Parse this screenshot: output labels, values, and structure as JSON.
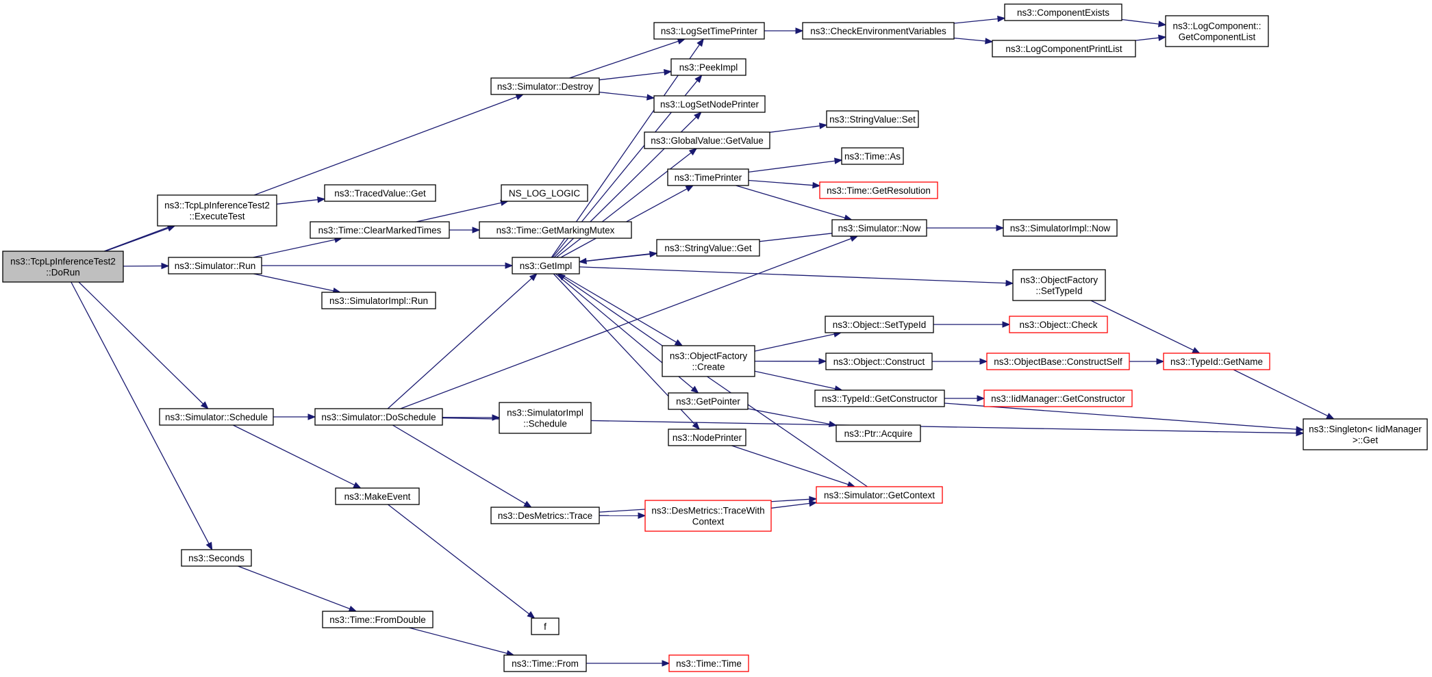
{
  "colors": {
    "edge": "#191970",
    "root_fill": "#bfbfbf",
    "normal_border": "#000000",
    "truncated_border": "#ff0000",
    "box_fill": "#ffffff"
  },
  "nodes": [
    {
      "id": "dorun",
      "lines": [
        "ns3::TcpLpInferenceTest2",
        "::DoRun"
      ],
      "style": "root"
    },
    {
      "id": "destroy",
      "lines": [
        "ns3::Simulator::Destroy"
      ]
    },
    {
      "id": "executetest",
      "lines": [
        "ns3::TcpLpInferenceTest2",
        "::ExecuteTest"
      ]
    },
    {
      "id": "run",
      "lines": [
        "ns3::Simulator::Run"
      ]
    },
    {
      "id": "schedule",
      "lines": [
        "ns3::Simulator::Schedule"
      ]
    },
    {
      "id": "seconds",
      "lines": [
        "ns3::Seconds"
      ]
    },
    {
      "id": "tracedget",
      "lines": [
        "ns3::TracedValue::Get"
      ]
    },
    {
      "id": "clearmarked",
      "lines": [
        "ns3::Time::ClearMarkedTimes"
      ]
    },
    {
      "id": "simimplrun",
      "lines": [
        "ns3::SimulatorImpl::Run"
      ]
    },
    {
      "id": "doschedule",
      "lines": [
        "ns3::Simulator::DoSchedule"
      ]
    },
    {
      "id": "makeevent",
      "lines": [
        "ns3::MakeEvent"
      ]
    },
    {
      "id": "fromdouble",
      "lines": [
        "ns3::Time::FromDouble"
      ]
    },
    {
      "id": "nslog",
      "lines": [
        "NS_LOG_LOGIC"
      ]
    },
    {
      "id": "markingmutex",
      "lines": [
        "ns3::Time::GetMarkingMutex"
      ]
    },
    {
      "id": "getimpl",
      "lines": [
        "ns3::GetImpl"
      ]
    },
    {
      "id": "simimplschedule",
      "lines": [
        "ns3::SimulatorImpl",
        "::Schedule"
      ]
    },
    {
      "id": "desmetrics",
      "lines": [
        "ns3::DesMetrics::Trace"
      ]
    },
    {
      "id": "f",
      "lines": [
        "f"
      ]
    },
    {
      "id": "timefrom",
      "lines": [
        "ns3::Time::From"
      ]
    },
    {
      "id": "logsettime",
      "lines": [
        "ns3::LogSetTimePrinter"
      ]
    },
    {
      "id": "peekimpl",
      "lines": [
        "ns3::PeekImpl"
      ]
    },
    {
      "id": "logsetnode",
      "lines": [
        "ns3::LogSetNodePrinter"
      ]
    },
    {
      "id": "globalvalue",
      "lines": [
        "ns3::GlobalValue::GetValue"
      ]
    },
    {
      "id": "timeprinter",
      "lines": [
        "ns3::TimePrinter"
      ]
    },
    {
      "id": "stringget",
      "lines": [
        "ns3::StringValue::Get"
      ]
    },
    {
      "id": "ofcreate",
      "lines": [
        "ns3::ObjectFactory",
        "::Create"
      ]
    },
    {
      "id": "getpointer",
      "lines": [
        "ns3::GetPointer"
      ]
    },
    {
      "id": "nodeprinter",
      "lines": [
        "ns3::NodePrinter"
      ]
    },
    {
      "id": "tracewithctx",
      "lines": [
        "ns3::DesMetrics::TraceWith",
        "Context"
      ],
      "style": "truncated"
    },
    {
      "id": "timetime",
      "lines": [
        "ns3::Time::Time"
      ],
      "style": "truncated"
    },
    {
      "id": "checkenv",
      "lines": [
        "ns3::CheckEnvironmentVariables"
      ]
    },
    {
      "id": "stringset",
      "lines": [
        "ns3::StringValue::Set"
      ]
    },
    {
      "id": "timeas",
      "lines": [
        "ns3::Time::As"
      ]
    },
    {
      "id": "getres",
      "lines": [
        "ns3::Time::GetResolution"
      ],
      "style": "truncated"
    },
    {
      "id": "simnow",
      "lines": [
        "ns3::Simulator::Now"
      ]
    },
    {
      "id": "objsettype",
      "lines": [
        "ns3::Object::SetTypeId"
      ]
    },
    {
      "id": "objconstruct",
      "lines": [
        "ns3::Object::Construct"
      ]
    },
    {
      "id": "getconstructor",
      "lines": [
        "ns3::TypeId::GetConstructor"
      ]
    },
    {
      "id": "ptracquire",
      "lines": [
        "ns3::Ptr::Acquire"
      ]
    },
    {
      "id": "getcontext",
      "lines": [
        "ns3::Simulator::GetContext"
      ],
      "style": "truncated"
    },
    {
      "id": "compexists",
      "lines": [
        "ns3::ComponentExists"
      ]
    },
    {
      "id": "logprintlist",
      "lines": [
        "ns3::LogComponentPrintList"
      ]
    },
    {
      "id": "simimplnow",
      "lines": [
        "ns3::SimulatorImpl::Now"
      ]
    },
    {
      "id": "ofsettypeid",
      "lines": [
        "ns3::ObjectFactory",
        "::SetTypeId"
      ]
    },
    {
      "id": "objcheck",
      "lines": [
        "ns3::Object::Check"
      ],
      "style": "truncated"
    },
    {
      "id": "constructself",
      "lines": [
        "ns3::ObjectBase::ConstructSelf"
      ],
      "style": "truncated"
    },
    {
      "id": "iidgetctor",
      "lines": [
        "ns3::IidManager::GetConstructor"
      ],
      "style": "truncated"
    },
    {
      "id": "logcomplist",
      "lines": [
        "ns3::LogComponent::",
        "GetComponentList"
      ]
    },
    {
      "id": "typeidgetname",
      "lines": [
        "ns3::TypeId::GetName"
      ],
      "style": "truncated"
    },
    {
      "id": "singleton",
      "lines": [
        "ns3::Singleton< IidManager",
        ">::Get"
      ]
    }
  ],
  "edges": [
    [
      "dorun",
      "destroy"
    ],
    [
      "dorun",
      "executetest"
    ],
    [
      "dorun",
      "run"
    ],
    [
      "dorun",
      "schedule"
    ],
    [
      "dorun",
      "seconds"
    ],
    [
      "destroy",
      "logsettime"
    ],
    [
      "destroy",
      "peekimpl"
    ],
    [
      "destroy",
      "logsetnode"
    ],
    [
      "executetest",
      "tracedget"
    ],
    [
      "run",
      "clearmarked"
    ],
    [
      "run",
      "getimpl"
    ],
    [
      "run",
      "simimplrun"
    ],
    [
      "clearmarked",
      "nslog"
    ],
    [
      "clearmarked",
      "markingmutex"
    ],
    [
      "schedule",
      "doschedule"
    ],
    [
      "schedule",
      "makeevent"
    ],
    [
      "doschedule",
      "getimpl"
    ],
    [
      "doschedule",
      "simnow"
    ],
    [
      "doschedule",
      "simimplschedule"
    ],
    [
      "doschedule",
      "desmetrics"
    ],
    [
      "doschedule",
      "singleton"
    ],
    [
      "makeevent",
      "f"
    ],
    [
      "seconds",
      "fromdouble"
    ],
    [
      "fromdouble",
      "timefrom"
    ],
    [
      "timefrom",
      "timetime"
    ],
    [
      "getimpl",
      "logsettime"
    ],
    [
      "getimpl",
      "peekimpl"
    ],
    [
      "getimpl",
      "logsetnode"
    ],
    [
      "getimpl",
      "globalvalue"
    ],
    [
      "getimpl",
      "timeprinter"
    ],
    [
      "getimpl",
      "stringget"
    ],
    [
      "getimpl",
      "ofsettypeid"
    ],
    [
      "getimpl",
      "ofcreate"
    ],
    [
      "getimpl",
      "getpointer"
    ],
    [
      "getimpl",
      "nodeprinter"
    ],
    [
      "logsettime",
      "checkenv"
    ],
    [
      "checkenv",
      "compexists"
    ],
    [
      "checkenv",
      "logprintlist"
    ],
    [
      "compexists",
      "logcomplist"
    ],
    [
      "logprintlist",
      "logcomplist"
    ],
    [
      "globalvalue",
      "stringset"
    ],
    [
      "timeprinter",
      "timeas"
    ],
    [
      "timeprinter",
      "getres"
    ],
    [
      "timeprinter",
      "simnow"
    ],
    [
      "simnow",
      "getimpl"
    ],
    [
      "simnow",
      "simimplnow"
    ],
    [
      "ofsettypeid",
      "typeidgetname"
    ],
    [
      "ofcreate",
      "objsettype"
    ],
    [
      "ofcreate",
      "objconstruct"
    ],
    [
      "ofcreate",
      "getconstructor"
    ],
    [
      "objsettype",
      "objcheck"
    ],
    [
      "objconstruct",
      "constructself"
    ],
    [
      "constructself",
      "typeidgetname"
    ],
    [
      "getconstructor",
      "iidgetctor"
    ],
    [
      "getconstructor",
      "singleton"
    ],
    [
      "typeidgetname",
      "singleton"
    ],
    [
      "getpointer",
      "ptracquire"
    ],
    [
      "nodeprinter",
      "getcontext"
    ],
    [
      "getcontext",
      "getimpl"
    ],
    [
      "desmetrics",
      "tracewithctx"
    ],
    [
      "desmetrics",
      "getcontext"
    ],
    [
      "tracewithctx",
      "getcontext"
    ]
  ]
}
